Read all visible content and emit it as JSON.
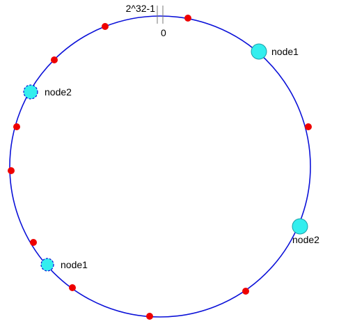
{
  "ring_labels": {
    "max": "2^32-1",
    "zero": "0"
  },
  "nodes": [
    {
      "name": "node1",
      "kind": "physical"
    },
    {
      "name": "node2",
      "kind": "virtual"
    },
    {
      "name": "node2",
      "kind": "physical"
    },
    {
      "name": "node1",
      "kind": "virtual"
    }
  ],
  "colors": {
    "ring": "#0a10d8",
    "key": "#ee0000",
    "node_fill": "#33eeee"
  }
}
